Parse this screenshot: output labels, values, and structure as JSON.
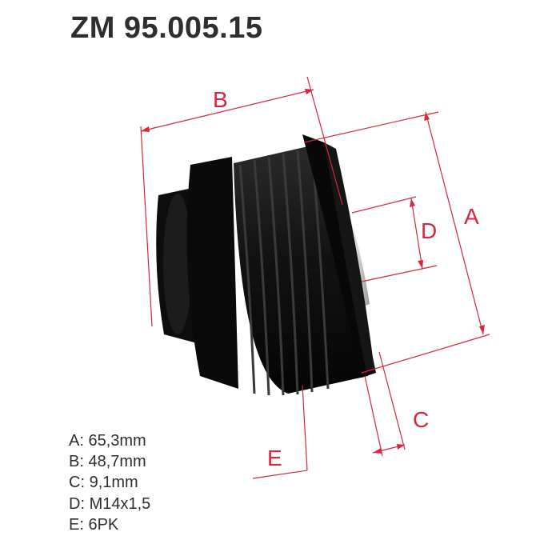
{
  "title": "ZM 95.005.15",
  "dimension_labels": {
    "a": "A",
    "b": "B",
    "c": "C",
    "d": "D",
    "e": "E"
  },
  "specs": [
    {
      "key": "A",
      "value": "65,3mm"
    },
    {
      "key": "B",
      "value": "48,7mm"
    },
    {
      "key": "C",
      "value": "9,1mm"
    },
    {
      "key": "D",
      "value": "M14x1,5"
    },
    {
      "key": "E",
      "value": "6PK"
    }
  ],
  "colors": {
    "dimension": "#d7263d",
    "text": "#2e2e2e",
    "part": "#111111"
  }
}
